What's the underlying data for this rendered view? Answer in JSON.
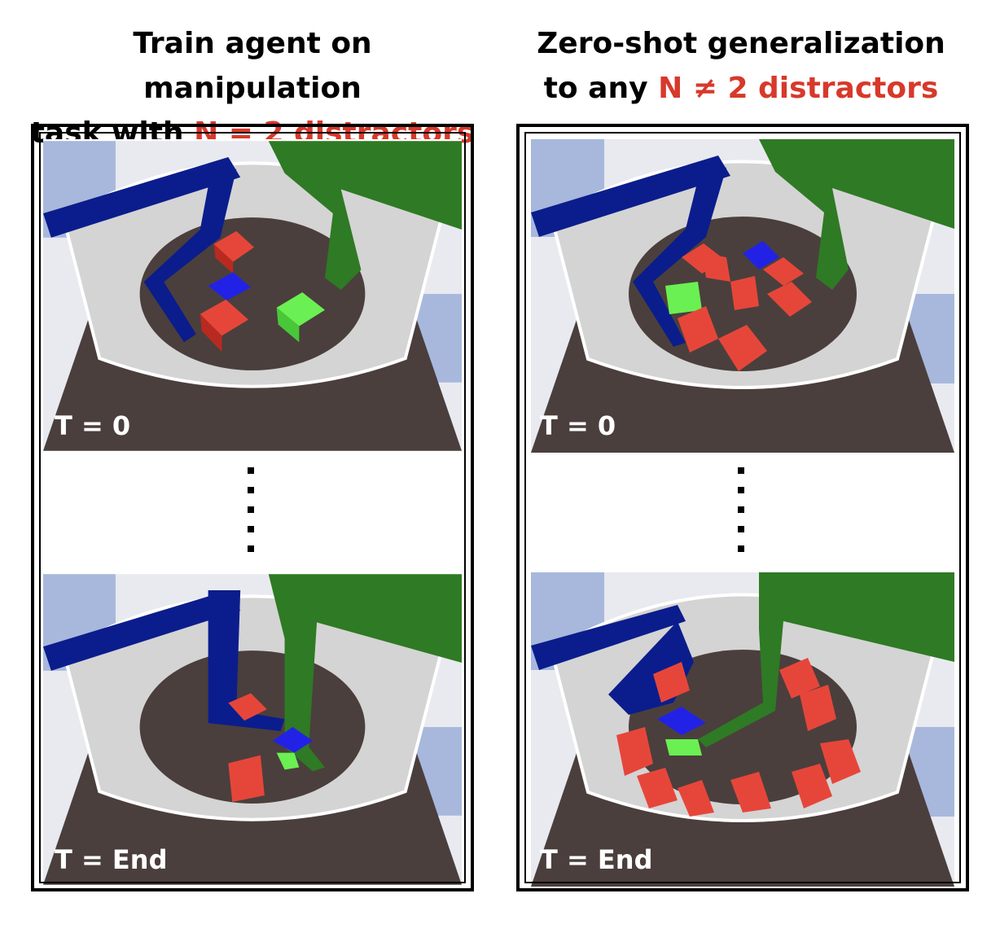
{
  "left": {
    "heading_line1": "Train agent on manipulation",
    "heading_line2_prefix": "task with ",
    "heading_line2_highlight": "N = 2 distractors",
    "top_label": "T = 0",
    "bottom_label": "T = End"
  },
  "right": {
    "heading_line1": "Zero-shot generalization",
    "heading_line2_prefix": "to any ",
    "heading_line2_highlight": "N ≠ 2 distractors",
    "top_label": "T = 0",
    "bottom_label": "T = End"
  },
  "colors": {
    "highlight": "#d7392b",
    "distractor_cube": "#d73027",
    "target_cube": "#1a1ad8",
    "goal_cube": "#5ee84a",
    "blue_arm": "#0b1d8c",
    "green_arm": "#2f7a24",
    "floor": "#4a3f3d",
    "bowl": "#bfbfbf"
  }
}
